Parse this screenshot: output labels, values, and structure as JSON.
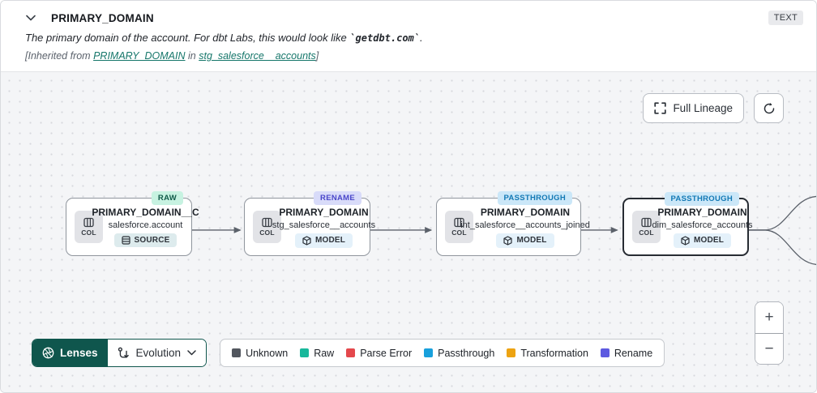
{
  "header": {
    "title": "PRIMARY_DOMAIN",
    "type_badge": "TEXT",
    "description_prefix": "The primary domain of the account. For dbt Labs, this would look like ",
    "description_code": "`getdbt.com`",
    "description_suffix": ".",
    "inherited_prefix": "[Inherited from ",
    "inherited_column_link": "PRIMARY_DOMAIN",
    "inherited_middle": " in ",
    "inherited_model_link": "stg_salesforce__accounts",
    "inherited_suffix": "]"
  },
  "toolbar": {
    "full_lineage_label": "Full Lineage"
  },
  "nodes": [
    {
      "badge": "RAW",
      "title": "PRIMARY_DOMAIN__C",
      "subtitle": "salesforce.account",
      "kind": "SOURCE",
      "col_label": "COL"
    },
    {
      "badge": "RENAME",
      "title": "PRIMARY_DOMAIN",
      "subtitle": "stg_salesforce__accounts",
      "kind": "MODEL",
      "col_label": "COL"
    },
    {
      "badge": "PASSTHROUGH",
      "title": "PRIMARY_DOMAIN",
      "subtitle": "int_salesforce__accounts_joined",
      "kind": "MODEL",
      "col_label": "COL"
    },
    {
      "badge": "PASSTHROUGH",
      "title": "PRIMARY_DOMAIN",
      "subtitle": "dim_salesforce_accounts",
      "kind": "MODEL",
      "col_label": "COL"
    }
  ],
  "lenses": {
    "label": "Lenses",
    "selected_lens": "Evolution"
  },
  "legend": [
    {
      "label": "Unknown",
      "color": "#52565e"
    },
    {
      "label": "Raw",
      "color": "#18b89b"
    },
    {
      "label": "Parse Error",
      "color": "#e4484c"
    },
    {
      "label": "Passthrough",
      "color": "#18a0dc"
    },
    {
      "label": "Transformation",
      "color": "#eda312"
    },
    {
      "label": "Rename",
      "color": "#5d5ae0"
    }
  ],
  "zoom_controls": {
    "zoom_in": "+",
    "zoom_out": "−"
  },
  "colors": {
    "accent_teal": "#0f564d",
    "link": "#15766a",
    "edge": "#5c626b"
  }
}
